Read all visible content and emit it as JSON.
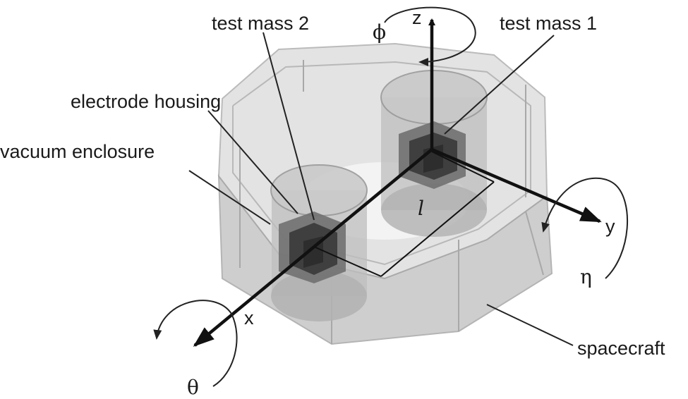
{
  "labels": {
    "test_mass_2": "test mass 2",
    "test_mass_1": "test mass 1",
    "electrode_housing": "electrode housing",
    "vacuum_enclosure": "vacuum enclosure",
    "spacecraft": "spacecraft"
  },
  "axes": {
    "x": "x",
    "y": "y",
    "z": "z"
  },
  "rotations": {
    "phi": "ϕ",
    "eta": "η",
    "theta": "θ"
  },
  "separation": "l",
  "colors": {
    "hull_fill": "#d9d9d9",
    "hull_edge": "#a8a8a8",
    "enclosure_fill": "#bdbdbd",
    "housing_fill": "#6f6f6f",
    "mass_fill": "#3f3f3f",
    "ink": "#111111"
  }
}
